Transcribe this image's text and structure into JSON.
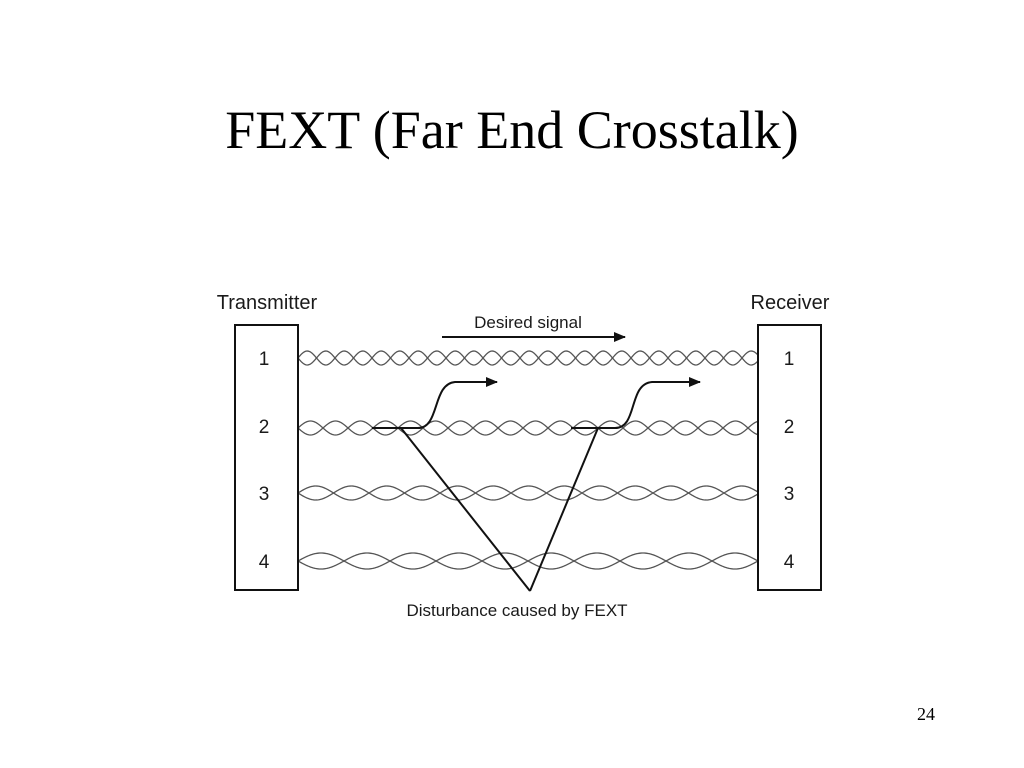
{
  "slide": {
    "title": "FEXT (Far End Crosstalk)",
    "page_number": "24"
  },
  "diagram": {
    "transmitter_label": "Transmitter",
    "receiver_label": "Receiver",
    "desired_signal_label": "Desired signal",
    "disturbance_label": "Disturbance caused by FEXT",
    "pairs": [
      "1",
      "2",
      "3",
      "4"
    ]
  }
}
